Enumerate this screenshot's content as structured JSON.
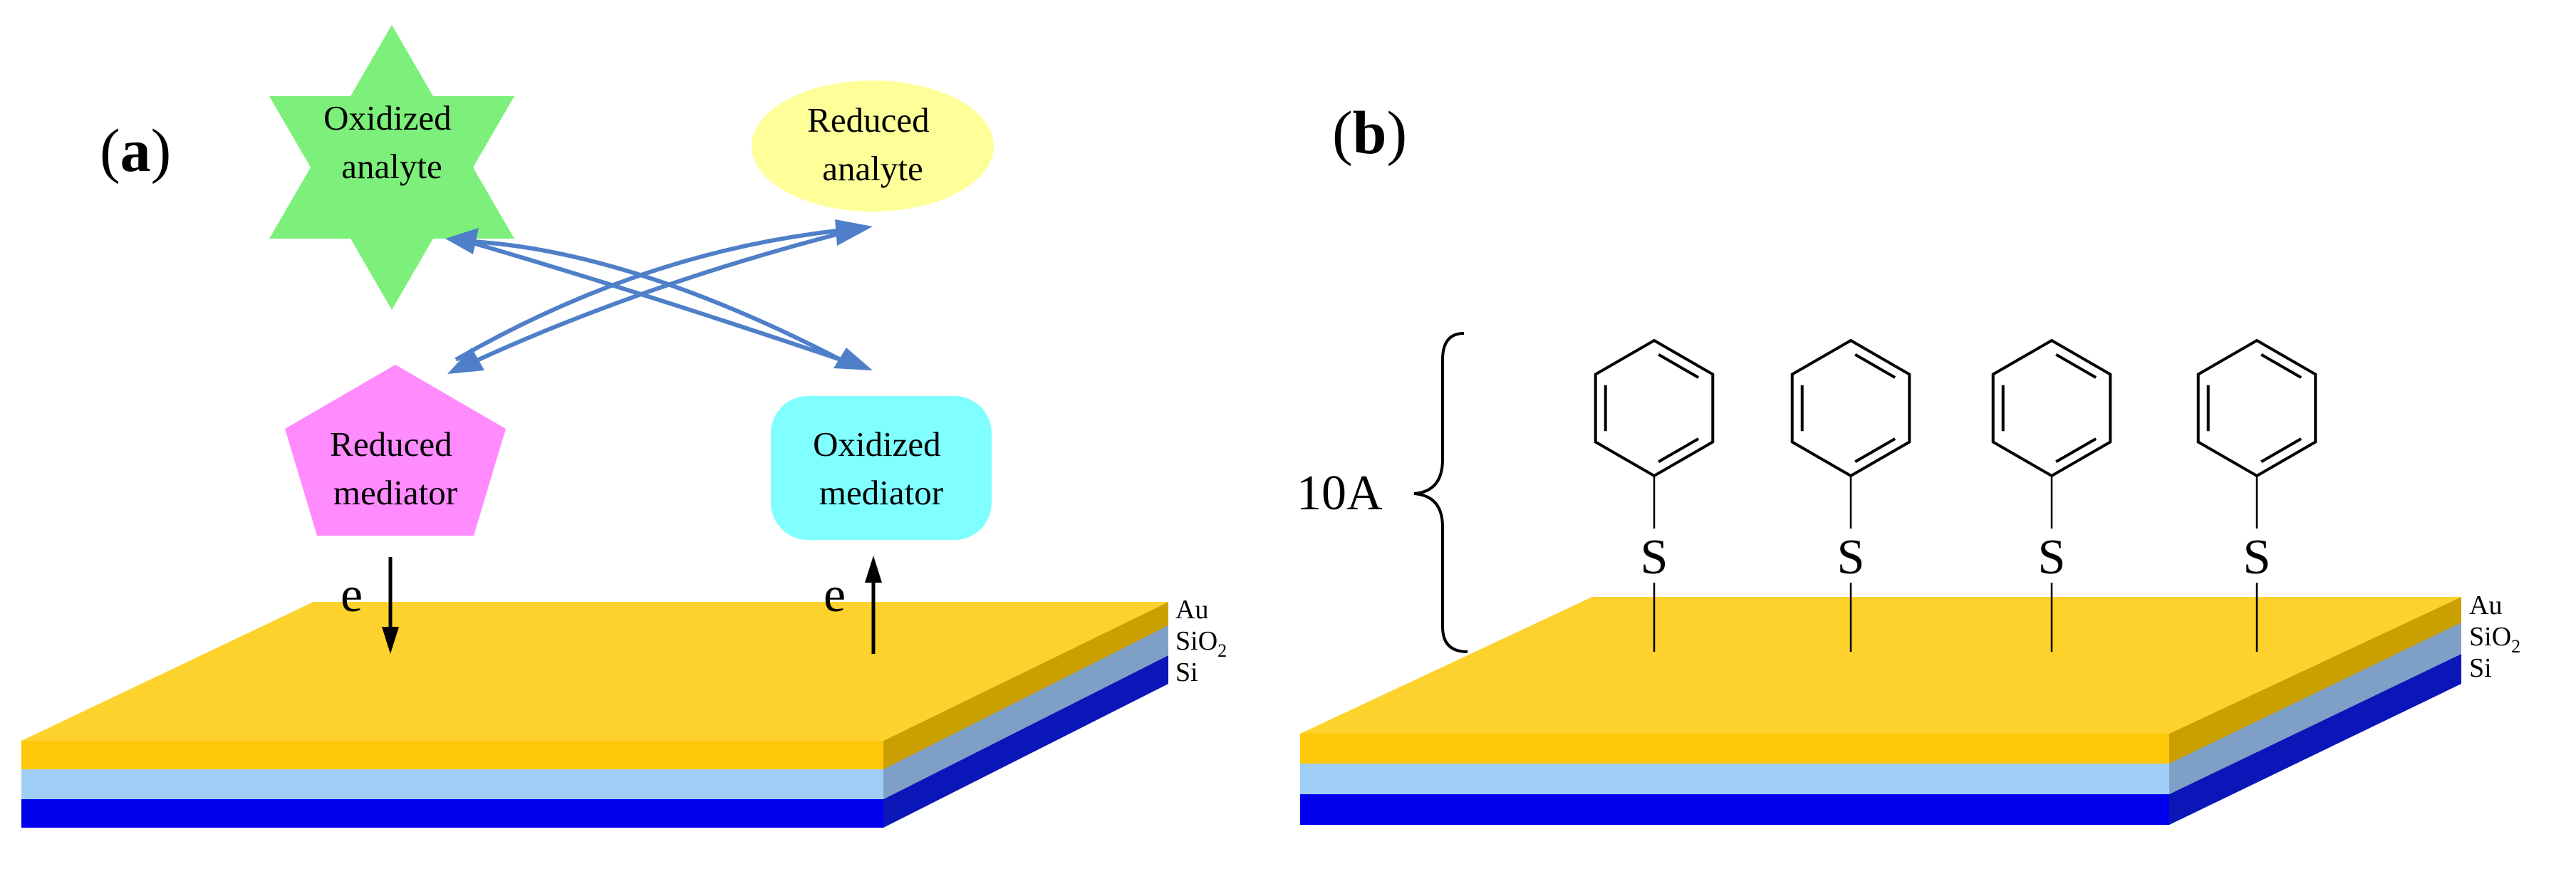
{
  "panels": {
    "a": {
      "label": "a",
      "nodes": {
        "oxidized_analyte": [
          "Oxidized",
          "analyte"
        ],
        "reduced_analyte": [
          "Reduced",
          "analyte"
        ],
        "reduced_mediator": [
          "Reduced",
          "mediator"
        ],
        "oxidized_mediator": [
          "Oxidized",
          "mediator"
        ]
      },
      "electron_left": "e",
      "electron_right": "e",
      "layers": {
        "au": "Au",
        "sio2_base": "SiO",
        "sio2_sub": "2",
        "si": "Si"
      }
    },
    "b": {
      "label": "b",
      "thickness_label": "10A",
      "sulfur_labels": [
        "S",
        "S",
        "S",
        "S"
      ],
      "layers": {
        "au": "Au",
        "sio2_base": "SiO",
        "sio2_sub": "2",
        "si": "Si"
      }
    }
  },
  "colors": {
    "gold_top": "#FDD22C",
    "gold_front": "#FFC70A",
    "gold_side": "#C9A000",
    "sio2_front": "#9FCFF8",
    "sio2_side": "#7E9FC6",
    "si_front": "#0000EE",
    "si_side": "#0A16B8",
    "star": "#7CF07A",
    "ellipse": "#FFFF99",
    "pentagon": "#FF8BFF",
    "rounded_rect": "#7FFFFF",
    "arrow_blue": "#4F7FC8"
  }
}
